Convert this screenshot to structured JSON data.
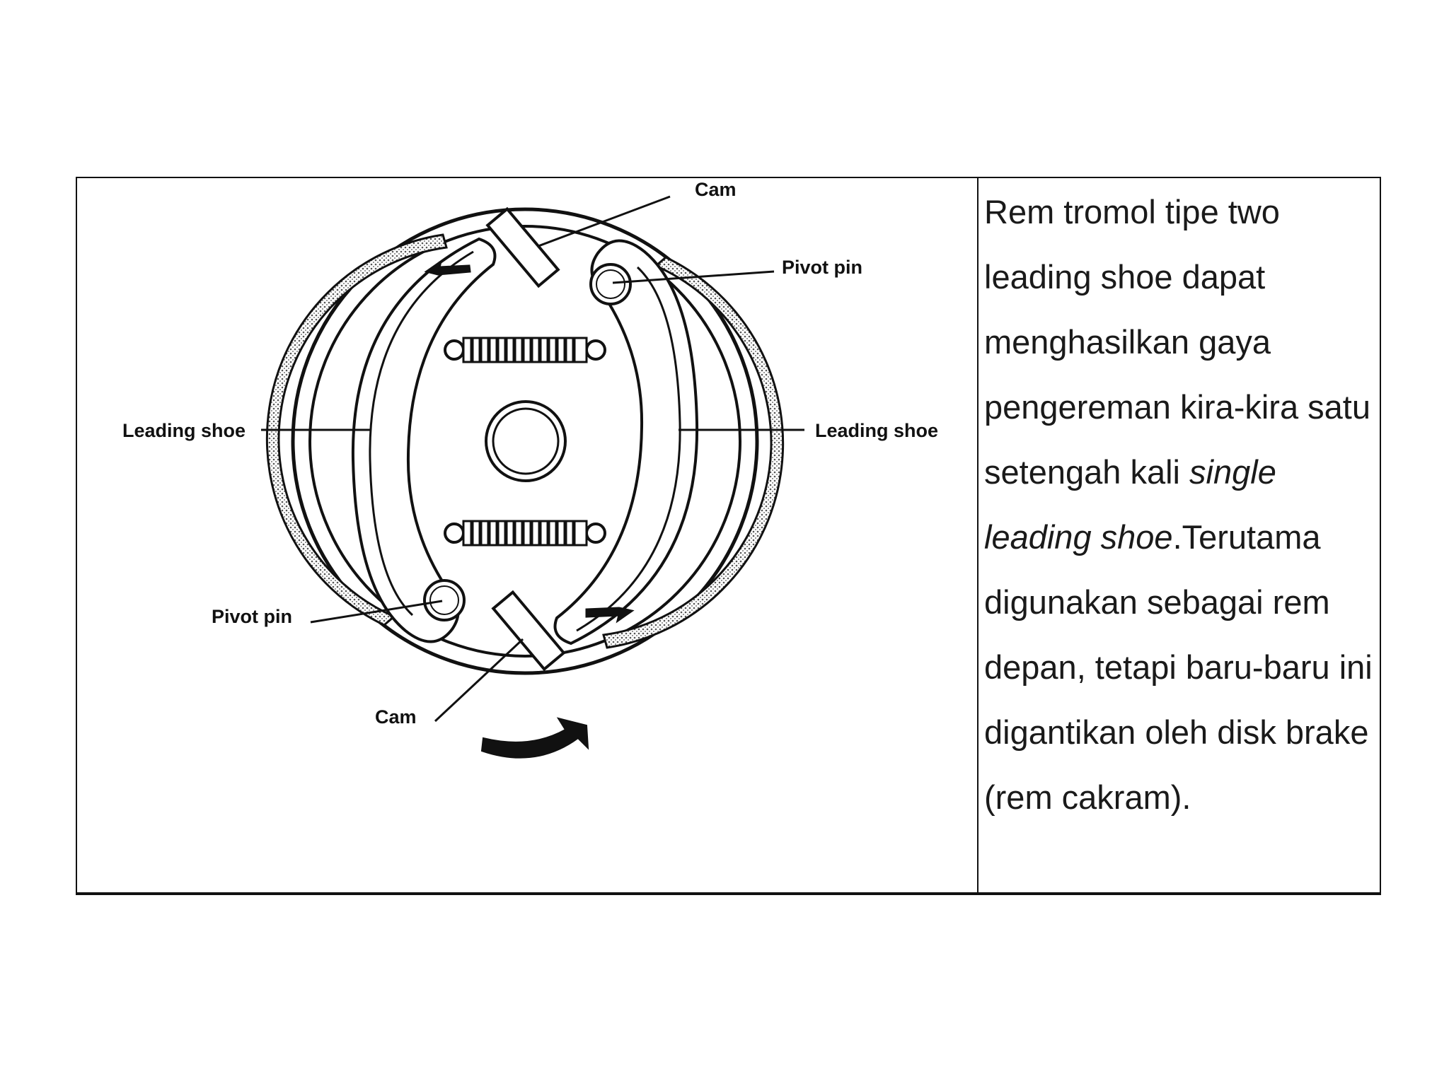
{
  "labels": {
    "cam_top": "Cam",
    "pivot_pin_top": "Pivot pin",
    "leading_shoe_left": "Leading shoe",
    "leading_shoe_right": "Leading shoe",
    "pivot_pin_bottom": "Pivot pin",
    "cam_bottom": "Cam"
  },
  "description": {
    "part1": "Rem tromol tipe two leading shoe dapat menghasilkan gaya pengereman kira-kira satu setengah kali ",
    "italic": "single leading shoe",
    "part2": ".Terutama digunakan sebagai rem depan, tetapi baru-baru ini digantikan oleh disk brake (rem cakram)."
  },
  "colors": {
    "line": "#111111",
    "background": "#ffffff"
  }
}
